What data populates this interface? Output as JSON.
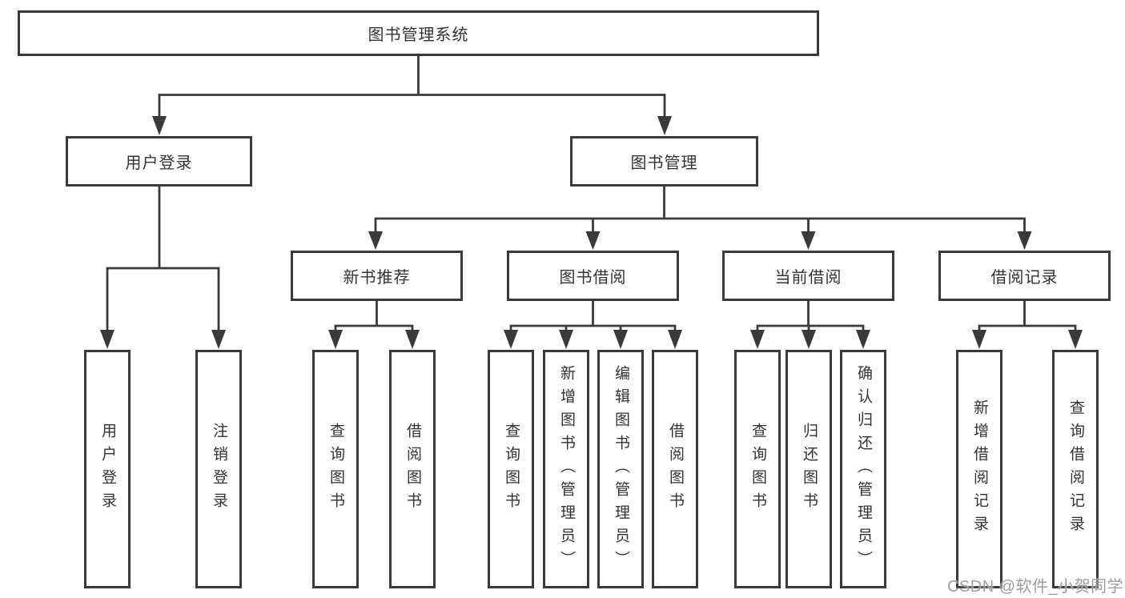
{
  "diagram": {
    "type": "hierarchy-tree",
    "background": "#ffffff",
    "line_color": "#3a3a3a",
    "box_border_color": "#3a3a3a",
    "text_color": "#333333",
    "watermark_color": "#969696"
  },
  "tree": {
    "root": {
      "label": "图书管理系统"
    },
    "branches": [
      {
        "label": "用户登录",
        "children": [
          {
            "label": "用户登录"
          },
          {
            "label": "注销登录"
          }
        ]
      },
      {
        "label": "图书管理",
        "children": [
          {
            "label": "新书推荐",
            "children": [
              {
                "label": "查询图书"
              },
              {
                "label": "借阅图书"
              }
            ]
          },
          {
            "label": "图书借阅",
            "children": [
              {
                "label": "查询图书"
              },
              {
                "label": "新增图书（管理员）"
              },
              {
                "label": "编辑图书（管理员）"
              },
              {
                "label": "借阅图书"
              }
            ]
          },
          {
            "label": "当前借阅",
            "children": [
              {
                "label": "查询图书"
              },
              {
                "label": "归还图书"
              },
              {
                "label": "确认归还（管理员）"
              }
            ]
          },
          {
            "label": "借阅记录",
            "children": [
              {
                "label": "新增借阅记录"
              },
              {
                "label": "查询借阅记录"
              }
            ]
          }
        ]
      }
    ]
  },
  "watermark": {
    "text": "CSDN @软件_小贺同学"
  }
}
